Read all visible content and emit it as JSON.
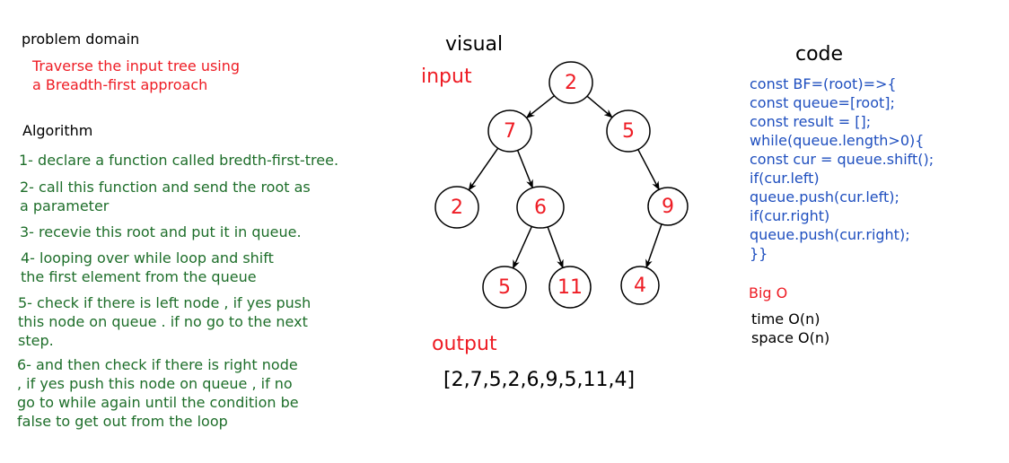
{
  "problem_domain": {
    "title": "problem domain",
    "text_lines": [
      "Traverse the input tree using",
      "a Breadth-first approach"
    ]
  },
  "algorithm": {
    "title": "Algorithm",
    "steps": [
      [
        "1- declare a function called bredth-first-tree."
      ],
      [
        "2- call this function and send the root as",
        "a parameter"
      ],
      [
        "3- recevie this root and put it in queue."
      ],
      [
        "4- looping over while loop and shift",
        "the first element from the queue"
      ],
      [
        "5- check if there is left node , if yes push",
        "this node on queue . if no go to the next",
        "step."
      ],
      [
        "6- and then check if there is right node",
        ", if yes push this node on queue , if no",
        "go to while again until the condition be",
        "false to get out from the loop"
      ]
    ]
  },
  "visual": {
    "title": "visual",
    "input_label": "input",
    "output_label": "output",
    "output_value": "[2,7,5,2,6,9,5,11,4]",
    "tree": {
      "nodes": [
        {
          "id": "n-root",
          "label": "2"
        },
        {
          "id": "n-7",
          "label": "7"
        },
        {
          "id": "n-5a",
          "label": "5"
        },
        {
          "id": "n-2",
          "label": "2"
        },
        {
          "id": "n-6",
          "label": "6"
        },
        {
          "id": "n-9",
          "label": "9"
        },
        {
          "id": "n-5b",
          "label": "5"
        },
        {
          "id": "n-11",
          "label": "11"
        },
        {
          "id": "n-4",
          "label": "4"
        }
      ],
      "edges": [
        [
          "n-root",
          "n-7"
        ],
        [
          "n-root",
          "n-5a"
        ],
        [
          "n-7",
          "n-2"
        ],
        [
          "n-7",
          "n-6"
        ],
        [
          "n-5a",
          "n-9"
        ],
        [
          "n-6",
          "n-5b"
        ],
        [
          "n-6",
          "n-11"
        ],
        [
          "n-9",
          "n-4"
        ]
      ]
    }
  },
  "code": {
    "title": "code",
    "lines": [
      "const BF=(root)=>{",
      "const queue=[root];",
      "const result = [];",
      "while(queue.length>0){",
      "const cur = queue.shift();",
      "if(cur.left)",
      "queue.push(cur.left);",
      "if(cur.right)",
      "queue.push(cur.right);",
      "}}"
    ]
  },
  "big_o": {
    "title": "Big O",
    "lines": [
      "time O(n)",
      "space O(n)"
    ]
  },
  "colors": {
    "red": "#ee1c24",
    "green": "#1e6e2a",
    "blue": "#1f4fbf",
    "black": "#000000"
  }
}
